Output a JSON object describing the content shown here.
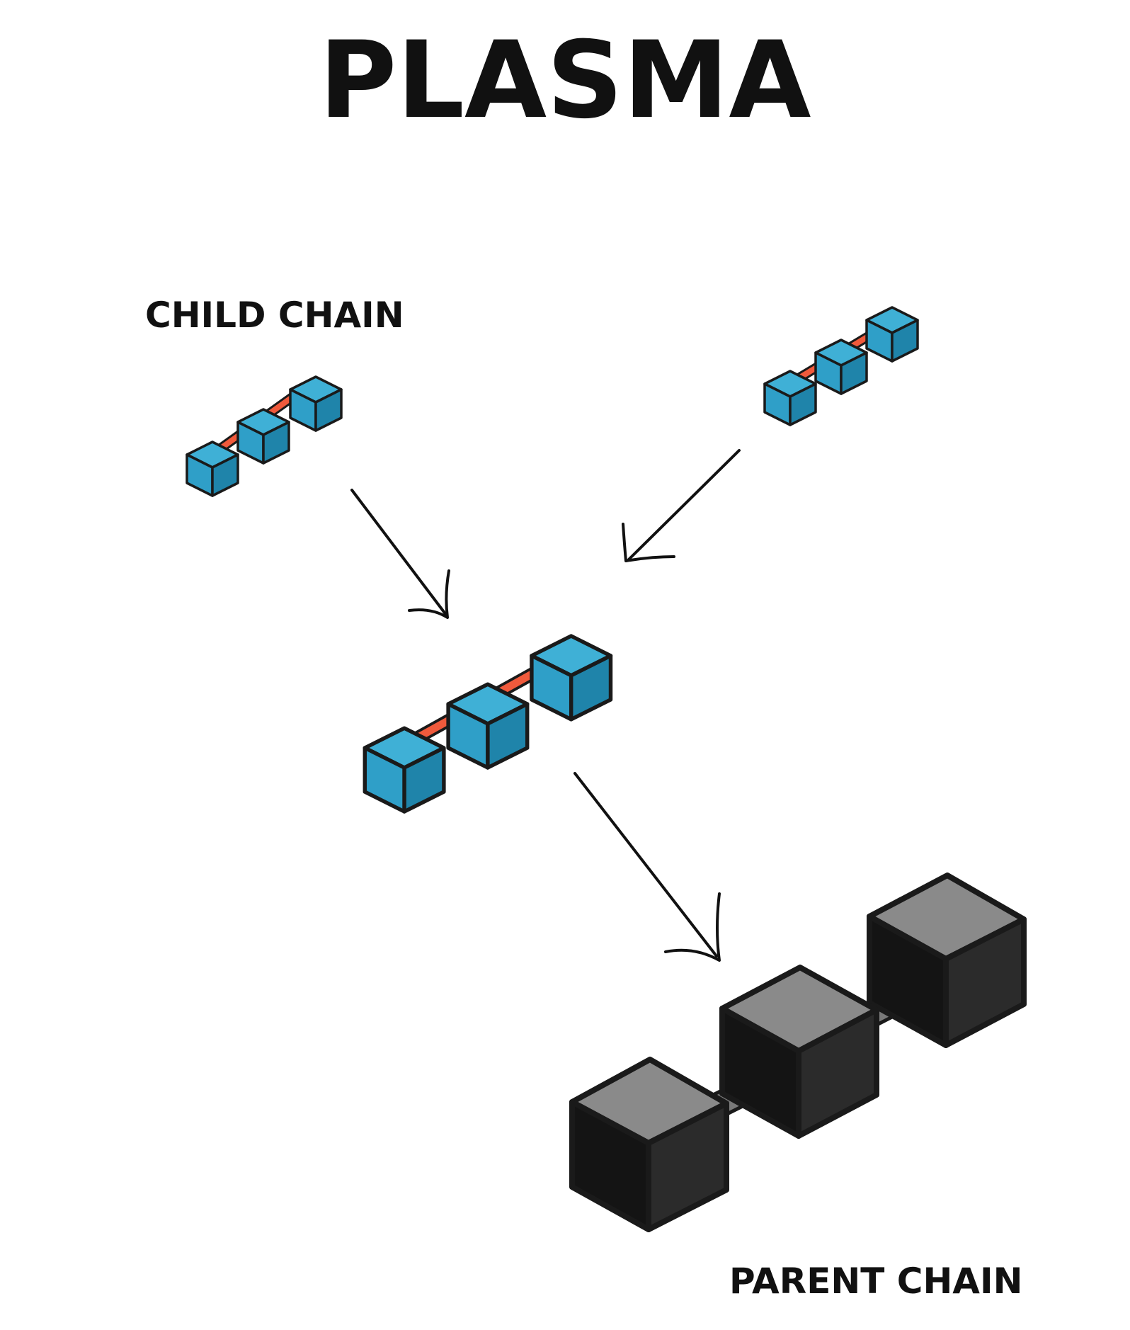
{
  "diagram": {
    "title": "PLASMA",
    "child_chain_label": "CHILD CHAIN",
    "parent_chain_label": "PARENT CHAIN"
  },
  "colors": {
    "child_block": "#2f9fc8",
    "child_block_top": "#3fb0d6",
    "child_block_side": "#1f84aa",
    "child_link": "#f05a3c",
    "parent_block_front": "#2b2b2b",
    "parent_block_top": "#8a8a8a",
    "parent_block_inner": "#141414",
    "parent_link": "#7a7a7a",
    "outline": "#1a1a1a",
    "arrow": "#111111"
  },
  "icons": {
    "block": "cube-icon",
    "connector": "chain-link-icon",
    "arrow": "arrow-icon"
  }
}
